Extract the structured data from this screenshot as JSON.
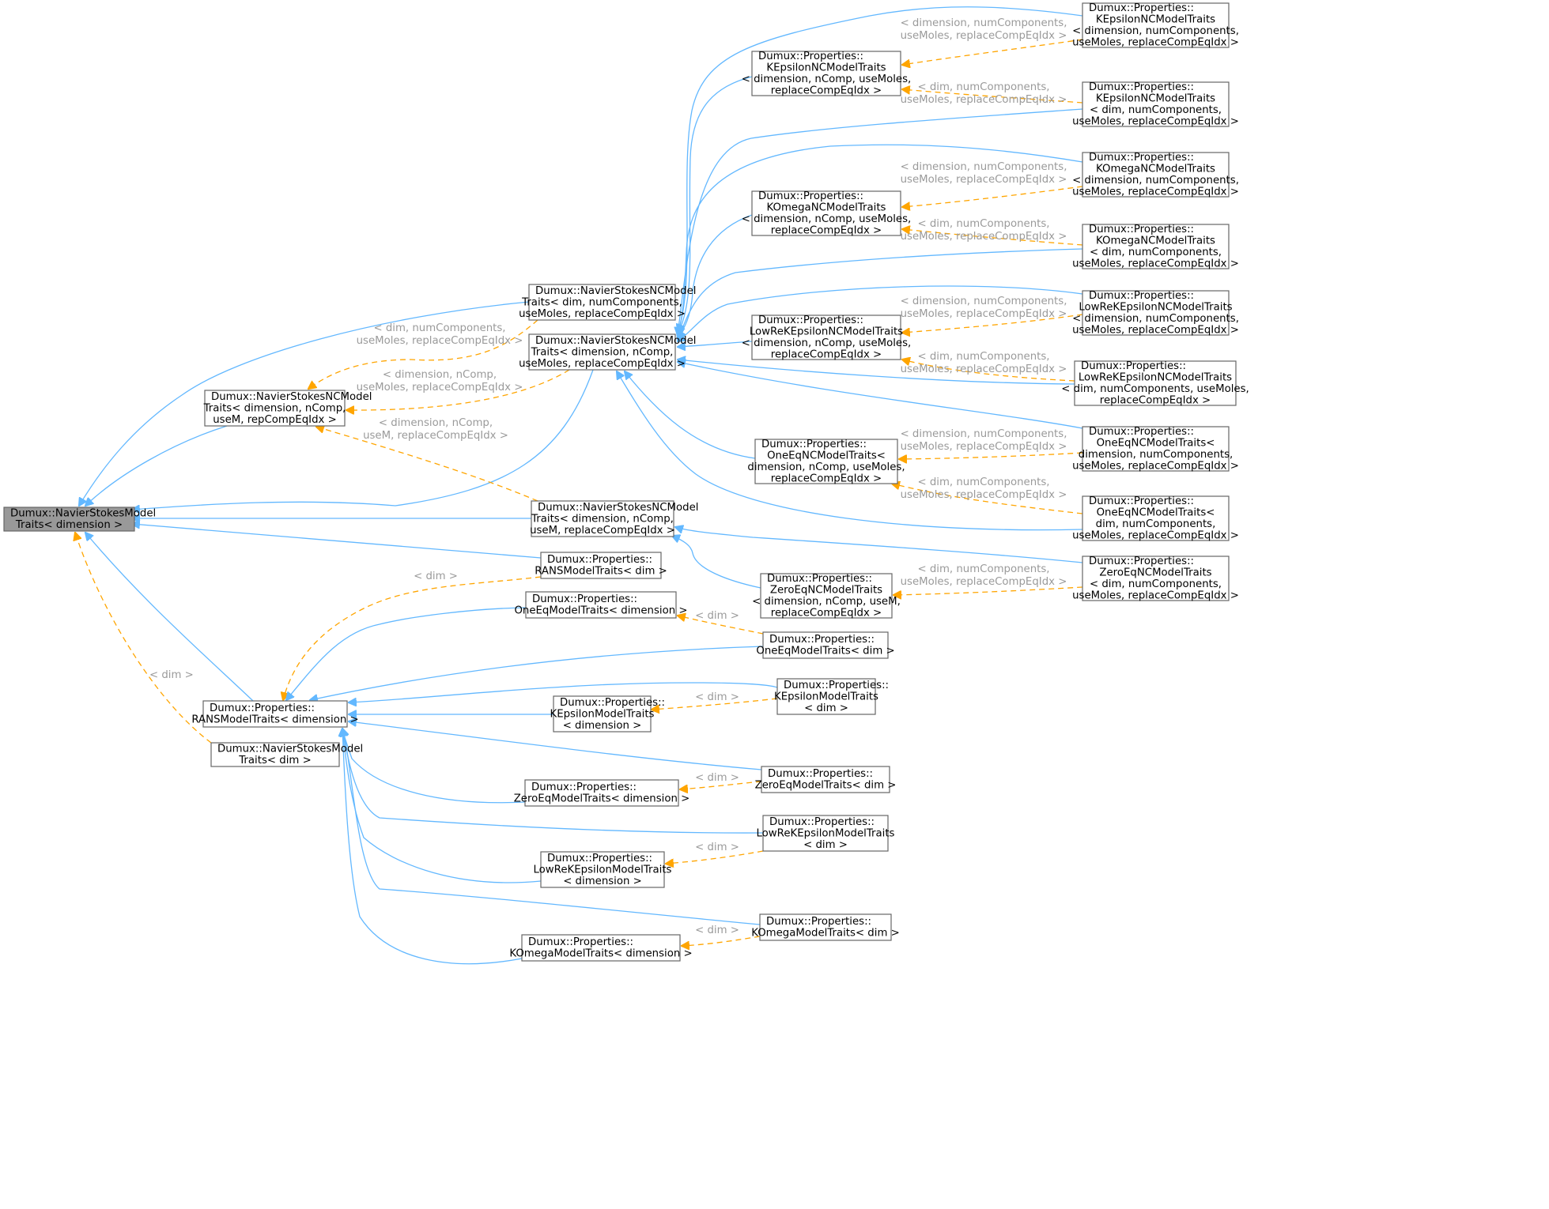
{
  "nodes": [
    {
      "id": "root",
      "lines": [
        "Dumux::NavierStokesModel",
        "Traits< dimension >"
      ],
      "highlight": true
    },
    {
      "id": "ns_dim",
      "lines": [
        "Dumux::NavierStokesModel",
        "Traits< dim >"
      ]
    },
    {
      "id": "ns_nc_rep",
      "lines": [
        "Dumux::NavierStokesNCModel",
        "Traits< dimension, nComp,",
        "useM, repCompEqIdx >"
      ]
    },
    {
      "id": "rans_dimension",
      "lines": [
        "Dumux::Properties::",
        "RANSModelTraits< dimension >"
      ]
    },
    {
      "id": "ns_nc_dim_num",
      "lines": [
        "Dumux::NavierStokesNCModel",
        "Traits< dim, numComponents,",
        "useMoles, replaceCompEqIdx >"
      ]
    },
    {
      "id": "ns_nc_dimension",
      "lines": [
        "Dumux::NavierStokesNCModel",
        "Traits< dimension, nComp,",
        "useMoles, replaceCompEqIdx >"
      ]
    },
    {
      "id": "ns_nc_useM",
      "lines": [
        "Dumux::NavierStokesNCModel",
        "Traits< dimension, nComp,",
        "useM, replaceCompEqIdx >"
      ]
    },
    {
      "id": "rans_dim",
      "lines": [
        "Dumux::Properties::",
        "RANSModelTraits< dim >"
      ]
    },
    {
      "id": "oneeq_dimension",
      "lines": [
        "Dumux::Properties::",
        "OneEqModelTraits< dimension >"
      ]
    },
    {
      "id": "keps_dimension",
      "lines": [
        "Dumux::Properties::",
        "KEpsilonModelTraits",
        "< dimension >"
      ]
    },
    {
      "id": "zeroeq_dimension",
      "lines": [
        "Dumux::Properties::",
        "ZeroEqModelTraits< dimension >"
      ]
    },
    {
      "id": "lowre_dimension",
      "lines": [
        "Dumux::Properties::",
        "LowReKEpsilonModelTraits",
        "< dimension >"
      ]
    },
    {
      "id": "komega_dimension",
      "lines": [
        "Dumux::Properties::",
        "KOmegaModelTraits< dimension >"
      ]
    },
    {
      "id": "kepsnc_mid",
      "lines": [
        "Dumux::Properties::",
        "KEpsilonNCModelTraits",
        "< dimension, nComp, useMoles,",
        "replaceCompEqIdx >"
      ]
    },
    {
      "id": "komeganc_mid",
      "lines": [
        "Dumux::Properties::",
        "KOmegaNCModelTraits",
        "< dimension, nComp, useMoles,",
        "replaceCompEqIdx >"
      ]
    },
    {
      "id": "lowrenc_mid",
      "lines": [
        "Dumux::Properties::",
        "LowReKEpsilonNCModelTraits",
        "< dimension, nComp, useMoles,",
        "replaceCompEqIdx >"
      ]
    },
    {
      "id": "oneeqnc_mid",
      "lines": [
        "Dumux::Properties::",
        "OneEqNCModelTraits<",
        "dimension, nComp, useMoles,",
        "replaceCompEqIdx >"
      ]
    },
    {
      "id": "zeroeqnc_mid",
      "lines": [
        "Dumux::Properties::",
        "ZeroEqNCModelTraits",
        "< dimension, nComp, useM,",
        "replaceCompEqIdx >"
      ]
    },
    {
      "id": "oneeq_dim",
      "lines": [
        "Dumux::Properties::",
        "OneEqModelTraits< dim >"
      ]
    },
    {
      "id": "keps_dim",
      "lines": [
        "Dumux::Properties::",
        "KEpsilonModelTraits",
        "< dim >"
      ]
    },
    {
      "id": "zeroeq_dim",
      "lines": [
        "Dumux::Properties::",
        "ZeroEqModelTraits< dim >"
      ]
    },
    {
      "id": "lowre_dim",
      "lines": [
        "Dumux::Properties::",
        "LowReKEpsilonModelTraits",
        "< dim >"
      ]
    },
    {
      "id": "komega_dim",
      "lines": [
        "Dumux::Properties::",
        "KOmegaModelTraits< dim >"
      ]
    },
    {
      "id": "kepsnc_r1",
      "lines": [
        "Dumux::Properties::",
        "KEpsilonNCModelTraits",
        "< dimension, numComponents,",
        "useMoles, replaceCompEqIdx >"
      ]
    },
    {
      "id": "kepsnc_r2",
      "lines": [
        "Dumux::Properties::",
        "KEpsilonNCModelTraits",
        "< dim, numComponents,",
        "useMoles, replaceCompEqIdx >"
      ]
    },
    {
      "id": "komeganc_r1",
      "lines": [
        "Dumux::Properties::",
        "KOmegaNCModelTraits",
        "< dimension, numComponents,",
        "useMoles, replaceCompEqIdx >"
      ]
    },
    {
      "id": "komeganc_r2",
      "lines": [
        "Dumux::Properties::",
        "KOmegaNCModelTraits",
        "< dim, numComponents,",
        "useMoles, replaceCompEqIdx >"
      ]
    },
    {
      "id": "lowrenc_r1",
      "lines": [
        "Dumux::Properties::",
        "LowReKEpsilonNCModelTraits",
        "< dimension, numComponents,",
        "useMoles, replaceCompEqIdx >"
      ]
    },
    {
      "id": "lowrenc_r2",
      "lines": [
        "Dumux::Properties::",
        "LowReKEpsilonNCModelTraits",
        "< dim, numComponents, useMoles,",
        "replaceCompEqIdx >"
      ]
    },
    {
      "id": "oneeqnc_r1",
      "lines": [
        "Dumux::Properties::",
        "OneEqNCModelTraits<",
        "dimension, numComponents,",
        "useMoles, replaceCompEqIdx >"
      ]
    },
    {
      "id": "oneeqnc_r2",
      "lines": [
        "Dumux::Properties::",
        "OneEqNCModelTraits<",
        "dim, numComponents,",
        "useMoles, replaceCompEqIdx >"
      ]
    },
    {
      "id": "zeroeqnc_r",
      "lines": [
        "Dumux::Properties::",
        "ZeroEqNCModelTraits",
        "< dim, numComponents,",
        "useMoles, replaceCompEqIdx >"
      ]
    }
  ],
  "edges": [
    {
      "id": "e_ns_dim_root",
      "from": "ns_dim",
      "to": "root",
      "style": "dashed",
      "label": [
        "< dim >"
      ]
    },
    {
      "id": "e_ns_nc_rep_root",
      "from": "ns_nc_rep",
      "to": "root",
      "style": "solid"
    },
    {
      "id": "e_rans_dimension_root",
      "from": "rans_dimension",
      "to": "root",
      "style": "solid"
    },
    {
      "id": "e_ns_nc_dim_num_root",
      "from": "ns_nc_dim_num",
      "to": "root",
      "style": "solid"
    },
    {
      "id": "e_ns_nc_dimension_root",
      "from": "ns_nc_dimension",
      "to": "root",
      "style": "solid"
    },
    {
      "id": "e_ns_nc_useM_root",
      "from": "ns_nc_useM",
      "to": "root",
      "style": "solid"
    },
    {
      "id": "e_rans_dim_root",
      "from": "rans_dim",
      "to": "root",
      "style": "solid"
    },
    {
      "id": "e_ns_nc_dim_num_rep",
      "from": "ns_nc_dim_num",
      "to": "ns_nc_rep",
      "style": "dashed",
      "label": [
        "< dim, numComponents,",
        "useMoles, replaceCompEqIdx >"
      ]
    },
    {
      "id": "e_ns_nc_dimension_rep",
      "from": "ns_nc_dimension",
      "to": "ns_nc_rep",
      "style": "dashed",
      "label": [
        "< dimension, nComp,",
        "useMoles, replaceCompEqIdx >"
      ]
    },
    {
      "id": "e_ns_nc_useM_rep",
      "from": "ns_nc_useM",
      "to": "ns_nc_rep",
      "style": "dashed",
      "label": [
        "< dimension, nComp,",
        "useM, replaceCompEqIdx >"
      ]
    },
    {
      "id": "e_rans_dim_rans",
      "from": "rans_dim",
      "to": "rans_dimension",
      "style": "dashed",
      "label": [
        "< dim >"
      ]
    },
    {
      "id": "e_oneeq_dimension_rans",
      "from": "oneeq_dimension",
      "to": "rans_dimension",
      "style": "solid"
    },
    {
      "id": "e_oneeq_dim_rans",
      "from": "oneeq_dim",
      "to": "rans_dimension",
      "style": "solid"
    },
    {
      "id": "e_keps_dim_rans",
      "from": "keps_dim",
      "to": "rans_dimension",
      "style": "solid"
    },
    {
      "id": "e_keps_dimension_rans",
      "from": "keps_dimension",
      "to": "rans_dimension",
      "style": "solid"
    },
    {
      "id": "e_zeroeq_dim_rans",
      "from": "zeroeq_dim",
      "to": "rans_dimension",
      "style": "solid"
    },
    {
      "id": "e_zeroeq_dimension_rans",
      "from": "zeroeq_dimension",
      "to": "rans_dimension",
      "style": "solid"
    },
    {
      "id": "e_lowre_dim_rans",
      "from": "lowre_dim",
      "to": "rans_dimension",
      "style": "solid"
    },
    {
      "id": "e_lowre_dimension_rans",
      "from": "lowre_dimension",
      "to": "rans_dimension",
      "style": "solid"
    },
    {
      "id": "e_komega_dim_rans",
      "from": "komega_dim",
      "to": "rans_dimension",
      "style": "solid"
    },
    {
      "id": "e_komega_dimension_rans",
      "from": "komega_dimension",
      "to": "rans_dimension",
      "style": "solid"
    },
    {
      "id": "e_oneeq_dim_oneeq",
      "from": "oneeq_dim",
      "to": "oneeq_dimension",
      "style": "dashed",
      "label": [
        "< dim >"
      ]
    },
    {
      "id": "e_keps_dim_keps",
      "from": "keps_dim",
      "to": "keps_dimension",
      "style": "dashed",
      "label": [
        "< dim >"
      ]
    },
    {
      "id": "e_zeroeq_dim_zeroeq",
      "from": "zeroeq_dim",
      "to": "zeroeq_dimension",
      "style": "dashed",
      "label": [
        "< dim >"
      ]
    },
    {
      "id": "e_lowre_dim_lowre",
      "from": "lowre_dim",
      "to": "lowre_dimension",
      "style": "dashed",
      "label": [
        "< dim >"
      ]
    },
    {
      "id": "e_komega_dim_komega",
      "from": "komega_dim",
      "to": "komega_dimension",
      "style": "dashed",
      "label": [
        "< dim >"
      ]
    },
    {
      "id": "e_kepsnc_r1_nsnc",
      "from": "kepsnc_r1",
      "to": "ns_nc_dimension",
      "style": "solid"
    },
    {
      "id": "e_kepsnc_mid_nsnc",
      "from": "kepsnc_mid",
      "to": "ns_nc_dimension",
      "style": "solid"
    },
    {
      "id": "e_kepsnc_r2_nsnc",
      "from": "kepsnc_r2",
      "to": "ns_nc_dimension",
      "style": "solid"
    },
    {
      "id": "e_komeganc_r1_nsnc",
      "from": "komeganc_r1",
      "to": "ns_nc_dimension",
      "style": "solid"
    },
    {
      "id": "e_komeganc_mid_nsnc",
      "from": "komeganc_mid",
      "to": "ns_nc_dimension",
      "style": "solid"
    },
    {
      "id": "e_komeganc_r2_nsnc",
      "from": "komeganc_r2",
      "to": "ns_nc_dimension",
      "style": "solid"
    },
    {
      "id": "e_lowrenc_r1_nsnc",
      "from": "lowrenc_r1",
      "to": "ns_nc_dimension",
      "style": "solid"
    },
    {
      "id": "e_lowrenc_mid_nsnc",
      "from": "lowrenc_mid",
      "to": "ns_nc_dimension",
      "style": "solid"
    },
    {
      "id": "e_lowrenc_r2_nsnc",
      "from": "lowrenc_r2",
      "to": "ns_nc_dimension",
      "style": "solid"
    },
    {
      "id": "e_oneeqnc_r1_nsnc",
      "from": "oneeqnc_r1",
      "to": "ns_nc_dimension",
      "style": "solid"
    },
    {
      "id": "e_oneeqnc_mid_nsnc",
      "from": "oneeqnc_mid",
      "to": "ns_nc_dimension",
      "style": "solid"
    },
    {
      "id": "e_oneeqnc_r2_nsnc",
      "from": "oneeqnc_r2",
      "to": "ns_nc_dimension",
      "style": "solid"
    },
    {
      "id": "e_zeroeqnc_r_useM",
      "from": "zeroeqnc_r",
      "to": "ns_nc_useM",
      "style": "solid"
    },
    {
      "id": "e_zeroeqnc_mid_useM",
      "from": "zeroeqnc_mid",
      "to": "ns_nc_useM",
      "style": "solid"
    },
    {
      "id": "e_kepsnc_r1_mid",
      "from": "kepsnc_r1",
      "to": "kepsnc_mid",
      "style": "dashed",
      "label": [
        "< dimension, numComponents,",
        "useMoles, replaceCompEqIdx >"
      ]
    },
    {
      "id": "e_kepsnc_r2_mid",
      "from": "kepsnc_r2",
      "to": "kepsnc_mid",
      "style": "dashed",
      "label": [
        "< dim, numComponents,",
        "useMoles, replaceCompEqIdx >"
      ]
    },
    {
      "id": "e_komeganc_r1_mid",
      "from": "komeganc_r1",
      "to": "komeganc_mid",
      "style": "dashed",
      "label": [
        "< dimension, numComponents,",
        "useMoles, replaceCompEqIdx >"
      ]
    },
    {
      "id": "e_komeganc_r2_mid",
      "from": "komeganc_r2",
      "to": "komeganc_mid",
      "style": "dashed",
      "label": [
        "< dim, numComponents,",
        "useMoles, replaceCompEqIdx >"
      ]
    },
    {
      "id": "e_lowrenc_r1_mid",
      "from": "lowrenc_r1",
      "to": "lowrenc_mid",
      "style": "dashed",
      "label": [
        "< dimension, numComponents,",
        "useMoles, replaceCompEqIdx >"
      ]
    },
    {
      "id": "e_lowrenc_r2_mid",
      "from": "lowrenc_r2",
      "to": "lowrenc_mid",
      "style": "dashed",
      "label": [
        "< dim, numComponents,",
        "useMoles, replaceCompEqIdx >"
      ]
    },
    {
      "id": "e_oneeqnc_r1_mid",
      "from": "oneeqnc_r1",
      "to": "oneeqnc_mid",
      "style": "dashed",
      "label": [
        "< dimension, numComponents,",
        "useMoles, replaceCompEqIdx >"
      ]
    },
    {
      "id": "e_oneeqnc_r2_mid",
      "from": "oneeqnc_r2",
      "to": "oneeqnc_mid",
      "style": "dashed",
      "label": [
        "< dim, numComponents,",
        "useMoles, replaceCompEqIdx >"
      ]
    },
    {
      "id": "e_zeroeqnc_r_mid",
      "from": "zeroeqnc_r",
      "to": "zeroeqnc_mid",
      "style": "dashed",
      "label": [
        "< dim, numComponents,",
        "useMoles, replaceCompEqIdx >"
      ]
    }
  ],
  "colors": {
    "inheritance_edge": "#63b8ff",
    "template_edge": "#ffa500",
    "edge_label": "#9a9a9a",
    "root_fill": "#999999",
    "node_border": "#666666"
  }
}
